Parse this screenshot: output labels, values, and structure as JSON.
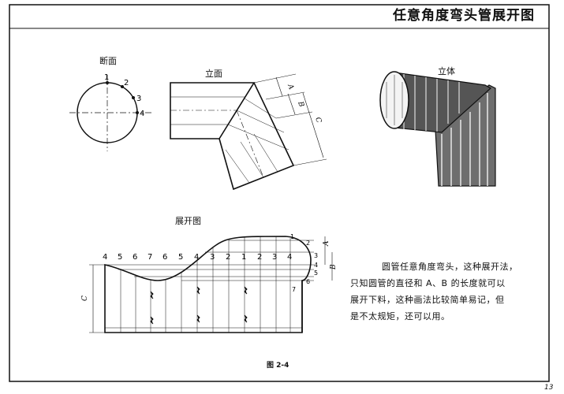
{
  "title": "任意角度弯头管展开图",
  "views": {
    "section": {
      "label": "断面",
      "points": [
        "1",
        "2",
        "3",
        "4"
      ]
    },
    "elevation": {
      "label": "立面",
      "dimensions": [
        "A",
        "B",
        "C"
      ]
    },
    "isometric": {
      "label": "立体"
    },
    "development": {
      "label": "展开图",
      "top_numbers": [
        "4",
        "5",
        "6",
        "7",
        "6",
        "5",
        "4",
        "3",
        "2",
        "1",
        "2",
        "3",
        "4"
      ],
      "right_numbers": [
        "1",
        "2",
        "3",
        "4",
        "5",
        "6",
        "7"
      ],
      "dimensions": [
        "A",
        "B",
        "C"
      ]
    }
  },
  "description": [
    "圆管任意角度弯头，这种展开法，",
    "只知圆管的直径和 A、B 的长度就可以",
    "展开下料，这种画法比较简单易记，但",
    "是不太规矩，还可以用。"
  ],
  "figure_caption": "图 2-4",
  "page_number": "13"
}
